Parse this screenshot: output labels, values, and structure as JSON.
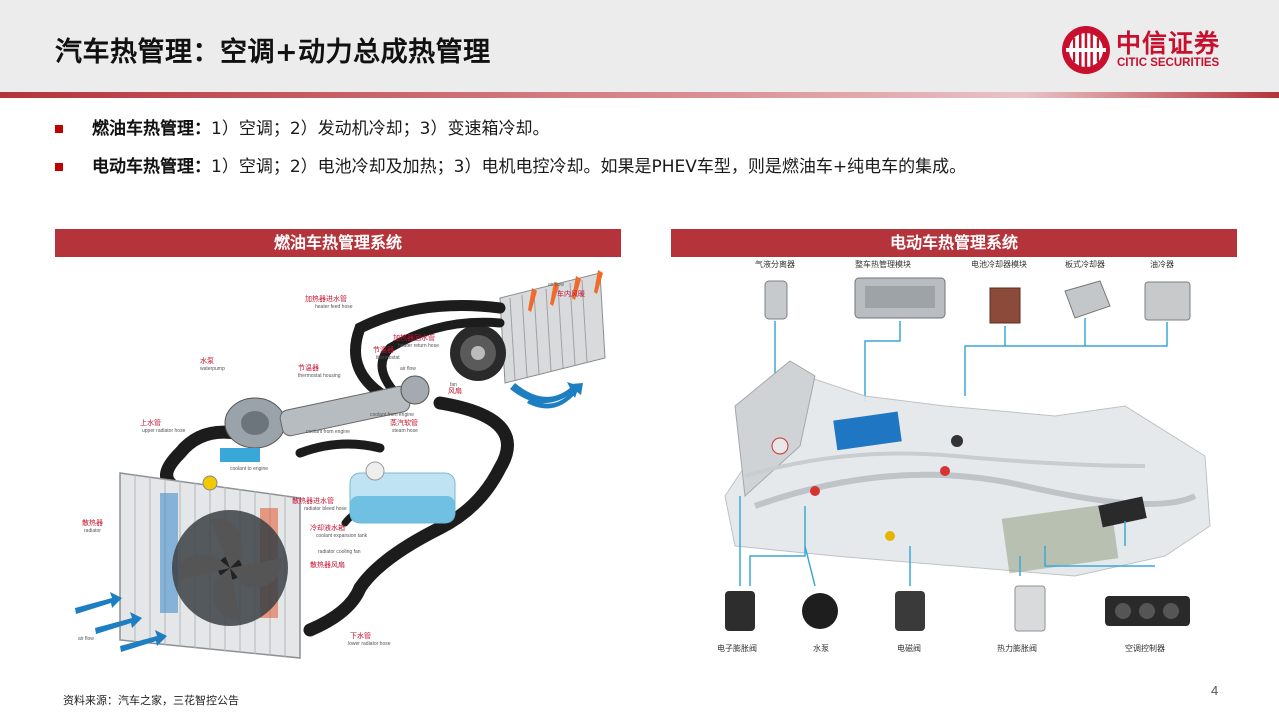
{
  "header": {
    "title": "汽车热管理：空调+动力总成热管理",
    "logo_cn": "中信证券",
    "logo_en": "CITIC SECURITIES"
  },
  "bullets": [
    {
      "bold": "燃油车热管理：",
      "text": "1）空调；2）发动机冷却；3）变速箱冷却。"
    },
    {
      "bold": "电动车热管理：",
      "text": "1）空调；2）电池冷却及加热；3）电机电控冷却。如果是PHEV车型，则是燃油车+纯电车的集成。"
    }
  ],
  "left_panel": {
    "title": "燃油车热管理系统",
    "labels": {
      "heater_feed": {
        "cn": "加热器进水管",
        "en": "heater feed hose"
      },
      "heater_return": {
        "cn": "加热器回水管",
        "en": "heater return hose"
      },
      "thermostat_top": {
        "cn": "节温器",
        "en": "thermostat"
      },
      "air_flow_top": {
        "cn": "车内风暖",
        "en": "air flow"
      },
      "waterpump": {
        "cn": "水泵",
        "en": "waterpump"
      },
      "thermostat_housing": {
        "cn": "节温器",
        "en": "thermostat housing"
      },
      "air_flow_mid": {
        "cn": "",
        "en": "air flow"
      },
      "fan": {
        "cn": "风扇",
        "en": "fan"
      },
      "coolant_from_engine": {
        "cn": "",
        "en": "coolant from engine"
      },
      "upper_hose": {
        "cn": "上水管",
        "en": "upper radiator hose"
      },
      "coolant_from_engine2": {
        "cn": "",
        "en": "coolant from engine"
      },
      "steam_hose": {
        "cn": "蒸汽软管",
        "en": "steam hose"
      },
      "coolant_to_engine": {
        "cn": "",
        "en": "coolant to engine"
      },
      "radiator": {
        "cn": "散热器",
        "en": "radiator"
      },
      "bleed_hose": {
        "cn": "散热器进水管",
        "en": "radiator bleed hose"
      },
      "expansion_tank": {
        "cn": "冷却液水箱",
        "en": "coolant expansion tank"
      },
      "cooling_fan": {
        "cn": "散热器风扇",
        "en": "radiator cooling fan"
      },
      "lower_hose": {
        "cn": "下水管",
        "en": "lower radiator hose"
      },
      "air_flow_bottom": {
        "cn": "",
        "en": "air flow"
      }
    }
  },
  "right_panel": {
    "title": "电动车热管理系统",
    "top_labels": [
      "气液分离器",
      "整车热管理模块",
      "电池冷却器模块",
      "板式冷却器",
      "油冷器"
    ],
    "bottom_labels": [
      "电子膨胀阀",
      "水泵",
      "电磁阀",
      "热力膨胀阀",
      "空调控制器"
    ]
  },
  "footer": {
    "source": "资料来源：汽车之家，三花智控公告",
    "page": "4"
  },
  "colors": {
    "accent_red": "#b5333a",
    "brand_red": "#c8102e",
    "bullet_red": "#c00000",
    "connector_blue": "#3aa7d9"
  }
}
